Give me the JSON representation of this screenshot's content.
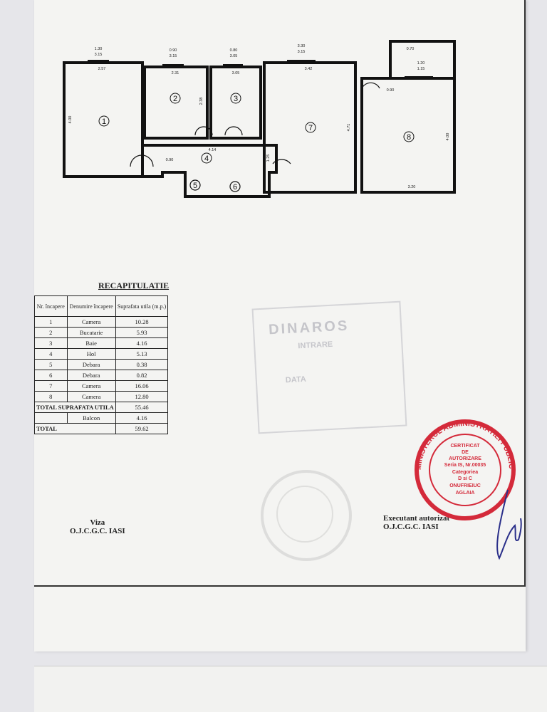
{
  "plan": {
    "room_numbers": [
      "1",
      "2",
      "3",
      "4",
      "5",
      "6",
      "7",
      "8"
    ],
    "dims": {
      "top_1": "1.30",
      "top_1b": "3.15",
      "top_2": "0.90",
      "top_2b": "3.15",
      "top_3": "0.80",
      "top_3b": "3.05",
      "top_7": "3.30",
      "top_7b": "3.15",
      "top_5": "0.70",
      "top_5b": "1.20",
      "top_5c": "1.15",
      "w1": "2.57",
      "w2": "2.31",
      "w3": "3.05",
      "w7": "3.42",
      "h1": "4.00",
      "h2": "2.38",
      "h7": "4.71",
      "h8": "4.00",
      "hol": "4.14",
      "hol_h": "1.25",
      "w8": "3.20",
      "d_a": "0.90",
      "d_b": "0.90"
    }
  },
  "recap": {
    "title": "RECAPITULATIE",
    "headers": [
      "Nr. încapere",
      "Denumire încapere",
      "Suprafata utila (m.p.)"
    ],
    "rows": [
      [
        "1",
        "Camera",
        "10.28"
      ],
      [
        "2",
        "Bucatarie",
        "5.93"
      ],
      [
        "3",
        "Baie",
        "4.16"
      ],
      [
        "4",
        "Hol",
        "5.13"
      ],
      [
        "5",
        "Debara",
        "0.38"
      ],
      [
        "6",
        "Debara",
        "0.82"
      ],
      [
        "7",
        "Camera",
        "16.06"
      ],
      [
        "8",
        "Camera",
        "12.80"
      ]
    ],
    "total_util_label": "TOTAL SUPRAFATA UTILA",
    "total_util_value": "55.46",
    "balcon_label": "Balcon",
    "balcon_value": "4.16",
    "total_label": "TOTAL",
    "total_value": "59.62"
  },
  "viza": {
    "line1": "Viza",
    "line2": "O.J.C.G.C. IASI"
  },
  "executant": {
    "line1": "Executant autorizat",
    "line2": "O.J.C.G.C. IASI"
  },
  "stamps": {
    "gray_top": "DINAROS",
    "gray_mid": "INTRARE",
    "gray_low": "DATA",
    "red_outer": "MINISTERUL ADMINISTRATIEI PUBLICE",
    "red_lines": [
      "CERTIFICAT",
      "DE",
      "AUTORIZARE",
      "Seria IS, Nr.00035",
      "Categoriea",
      "D si C",
      "ONUFRIEIUC",
      "AGLAIA"
    ]
  },
  "colors": {
    "ink": "#1c1c1c",
    "seal_red": "#d42a3a",
    "signature": "#2a2f8a"
  }
}
